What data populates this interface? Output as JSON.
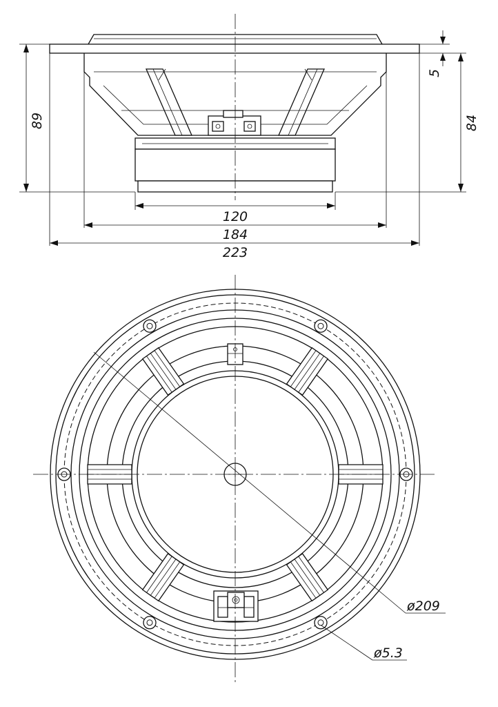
{
  "drawing": {
    "side_view": {
      "dimensions": {
        "height_total": "89",
        "height_to_flange": "84",
        "flange_thickness": "5",
        "magnet_width": "120",
        "basket_width": "184",
        "overall_width": "223"
      }
    },
    "front_view": {
      "dimensions": {
        "mounting_circle": "ø209",
        "hole_diameter": "ø5.3"
      }
    }
  }
}
